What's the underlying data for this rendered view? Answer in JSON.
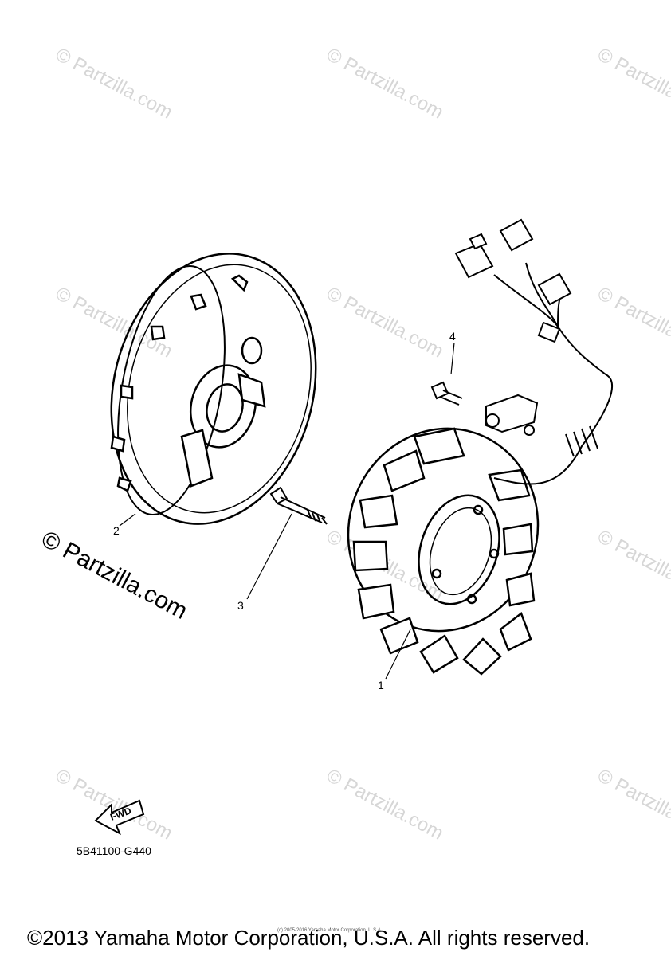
{
  "watermarks": {
    "text": "© Partzilla.com",
    "main": "© Partzilla.com"
  },
  "callouts": {
    "c1": "1",
    "c2": "2",
    "c3": "3",
    "c4": "4"
  },
  "fwd_label": "FWD",
  "diagram_code": "5B41100-G440",
  "small_print": "(c) 2005-2016 Yamaha Motor Corporation, U.S.A.",
  "copyright": "©2013 Yamaha Motor Corporation, U.S.A. All rights reserved."
}
